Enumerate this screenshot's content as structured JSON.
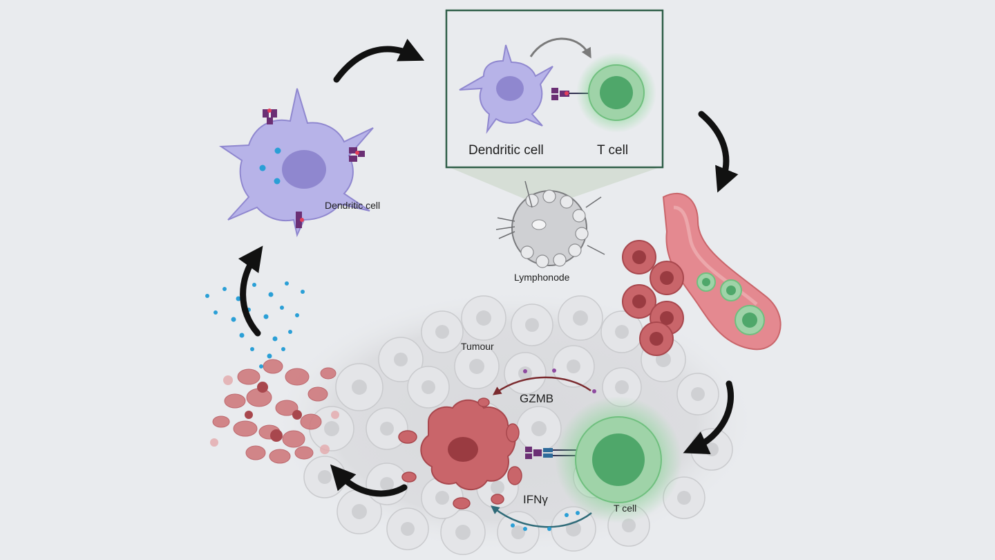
{
  "labels": {
    "dendritic_cell_left": "Dendritic cell",
    "inset_dendritic_cell": "Dendritic cell",
    "inset_t_cell": "T cell",
    "lymphonode": "Lymphonode",
    "tumour": "Tumour",
    "gzmb": "GZMB",
    "ifng": "IFNγ",
    "t_cell_bottom": "T cell"
  },
  "colors": {
    "background": "#e9ebee",
    "dendritic": "#b7b3e8",
    "dendritic_nucleus": "#8f87cf",
    "t_cell": "#9fd3a8",
    "t_cell_nucleus": "#4fa76a",
    "tumour_red": "#c9656a",
    "inset_border": "#2f5e48",
    "arrow": "#111111",
    "gzmb_arrow": "#7a2a2e",
    "ifng_arrow": "#2e6a78",
    "antigen_dot": "#2a9fd6",
    "receptor": "#6b2f74"
  }
}
